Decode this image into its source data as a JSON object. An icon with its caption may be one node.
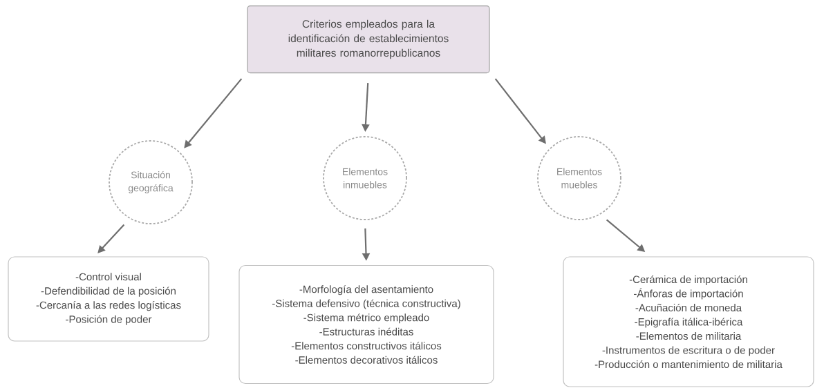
{
  "diagram": {
    "nodes": [
      {
        "text": [
          "Criterios empleados para la identificación de establecimientos militares romanorrepublicanos"
        ]
      },
      {
        "text": [
          "Situación geográfica"
        ]
      },
      {
        "text": [
          "Elementos inmuebles"
        ]
      },
      {
        "text": [
          "Elementos muebles"
        ]
      },
      {
        "text": [
          "-Control visual",
          "-Defendibilidad de la posición",
          "-Cercanía a las redes logísticas",
          "-Posición de poder"
        ]
      },
      {
        "text": [
          "-Morfología del asentamiento",
          "-Sistema defensivo (técnica constructiva)",
          "-Sistema métrico empleado",
          "-Estructuras inéditas",
          "-Elementos constructivos itálicos",
          "-Elementos decorativos itálicos"
        ]
      },
      {
        "text": [
          "-Cerámica de importación",
          "-Ánforas de importación",
          "-Acuñación de moneda",
          "-Epigrafía itálica-ibérica",
          "-Elementos de militaria",
          "-Instrumentos de escritura o de poder",
          "-Producción o mantenimiento de militaria"
        ]
      }
    ],
    "edges": [
      {
        "from": 0,
        "to": 1,
        "arrow": "to"
      },
      {
        "from": 0,
        "to": 2,
        "arrow": "to"
      },
      {
        "from": 0,
        "to": 3,
        "arrow": "to"
      },
      {
        "from": 1,
        "to": 4,
        "arrow": "to"
      },
      {
        "from": 2,
        "to": 5,
        "arrow": "to"
      },
      {
        "from": 3,
        "to": 6,
        "arrow": "to"
      }
    ]
  }
}
